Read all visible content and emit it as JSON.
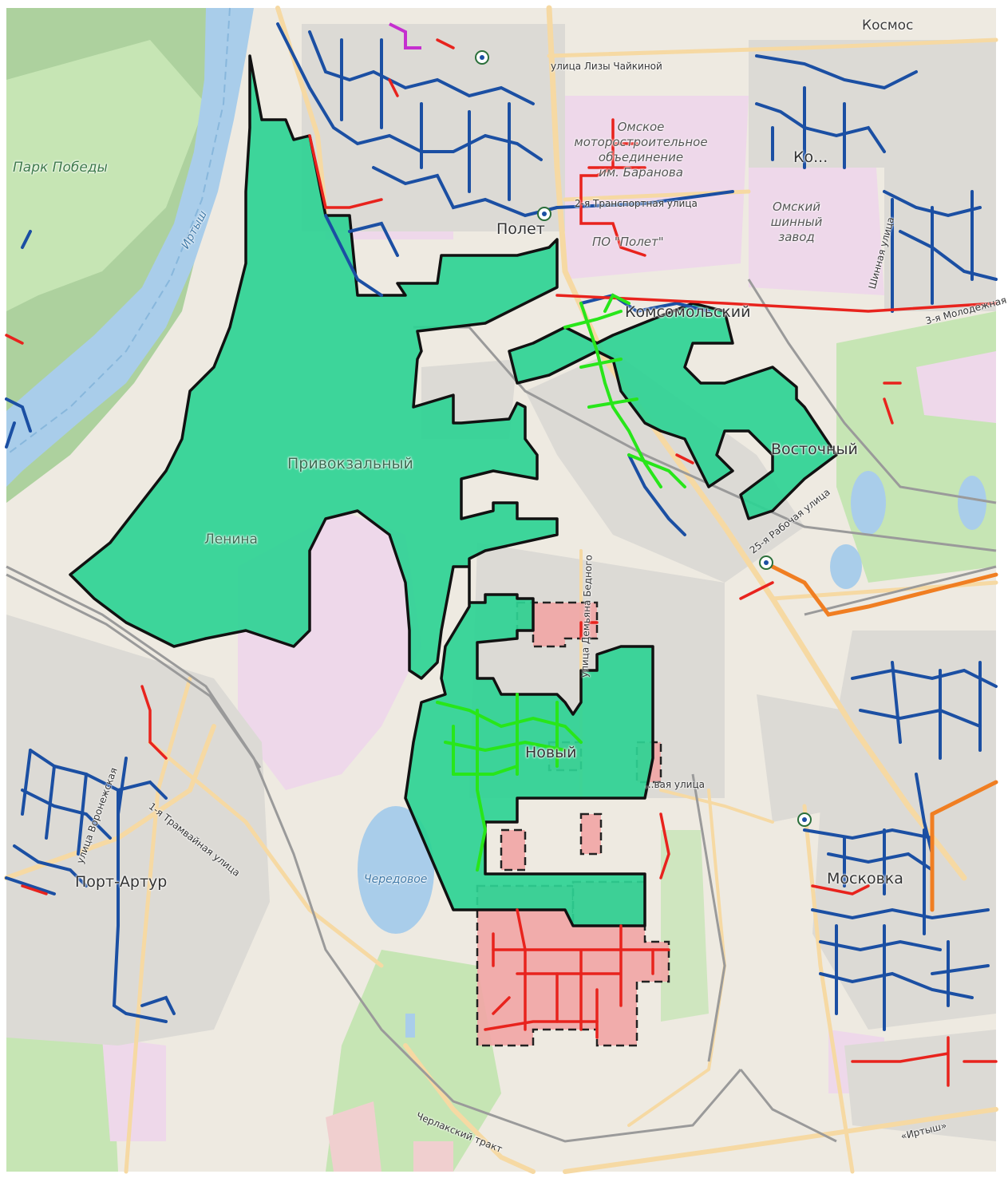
{
  "map": {
    "colors": {
      "background": "#eeeae1",
      "river": "#a9cdea",
      "lake": "#a9cdea",
      "park": "#c6e5b4",
      "forest": "#add19e",
      "industrial": "#eed8ea",
      "residential": "#dcdad5",
      "green_zone": "#2ed394",
      "green_zone_border": "#111111",
      "red_zone": "#f1a5a5",
      "network_blue": "#1b4fa3",
      "network_red": "#e8231d",
      "network_green": "#28e61a",
      "network_orange": "#f07e22",
      "road": "#f6d9a3",
      "railway": "#9a9a9a"
    },
    "labels": {
      "park_pobedy": "Парк Победы",
      "irtysh": "Иртыш",
      "kosmos": "Космос",
      "liza_chaikina": "улица Лизы Чайкиной",
      "omsk_motor_1": "Омское",
      "omsk_motor_2": "моторостроительное",
      "omsk_motor_3": "объединение",
      "omsk_motor_4": "им. Баранова",
      "transportnaya": "2-я Транспортная улица",
      "k_label": "Ко...",
      "omsk_tire_1": "Омский",
      "omsk_tire_2": "шинный",
      "omsk_tire_3": "завод",
      "polet_district": "Полет",
      "po_polet": "ПО \"Полет\"",
      "komsomolsky": "Комсомольский",
      "vostochny": "Восточный",
      "rabochaya": "25-я Рабочая улица",
      "molodezh": "3-я Молодежная",
      "shinnaya": "Шинная улица",
      "privokzalny": "Привокзальный",
      "lenina": "Ленина",
      "demyana_bednogo": "улица Демьяна Бедного",
      "novy": "Новый",
      "glavnaya": "...вая улица",
      "voronezhskaya": "улица Воронежская",
      "tramvainaya": "1-я Трамвайная улица",
      "port_artur": "Порт-Артур",
      "cheredovoe": "Чередовое",
      "moskovka": "Московка",
      "cherlaksky": "Черлакский тракт",
      "irtysh_road": "«Иртыш»"
    },
    "icons": [
      "bus-stop-icon",
      "bus-stop-icon",
      "bus-stop-icon",
      "bus-stop-icon"
    ]
  }
}
